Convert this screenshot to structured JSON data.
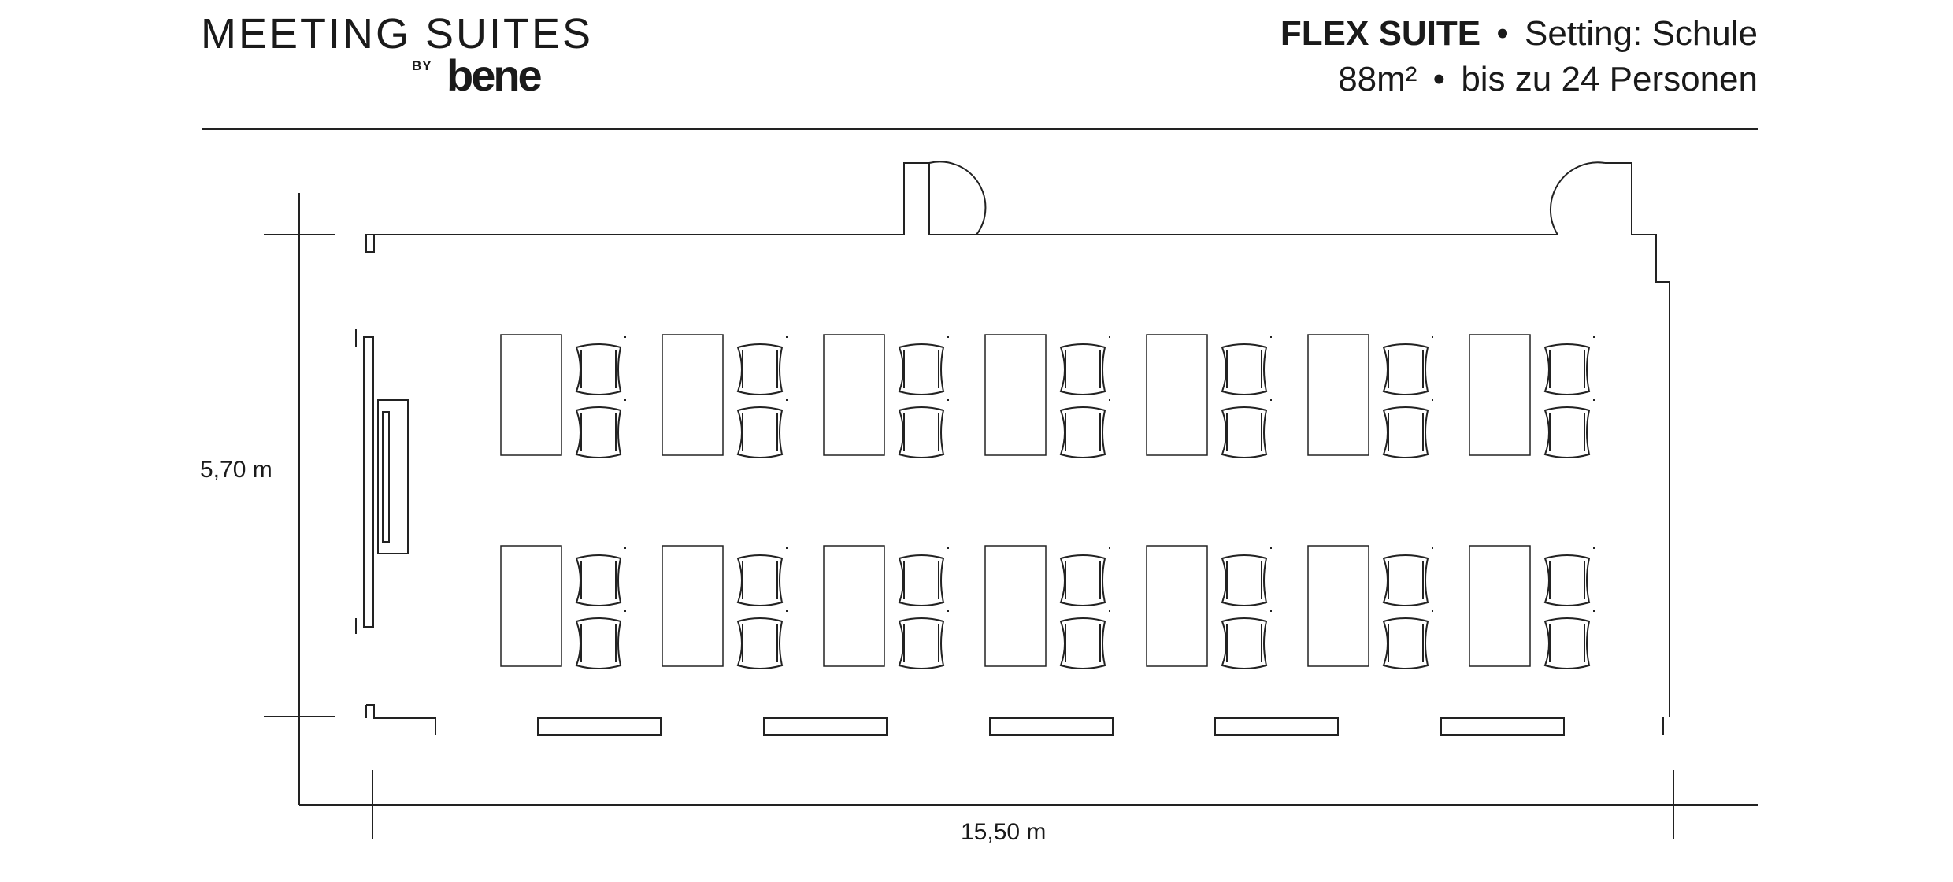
{
  "brand": {
    "title": "MEETING SUITES",
    "by": "BY",
    "logo": "bene"
  },
  "header": {
    "suite_name": "FLEX SUITE",
    "setting": "Setting: Schule",
    "area": "88m²",
    "capacity": "bis zu 24 Personen",
    "bullet": "•"
  },
  "dimensions": {
    "height_label": "5,70 m",
    "width_label": "15,50 m"
  },
  "layout": {
    "rows": 2,
    "tables_per_row": 7,
    "chairs_per_table": 2
  }
}
